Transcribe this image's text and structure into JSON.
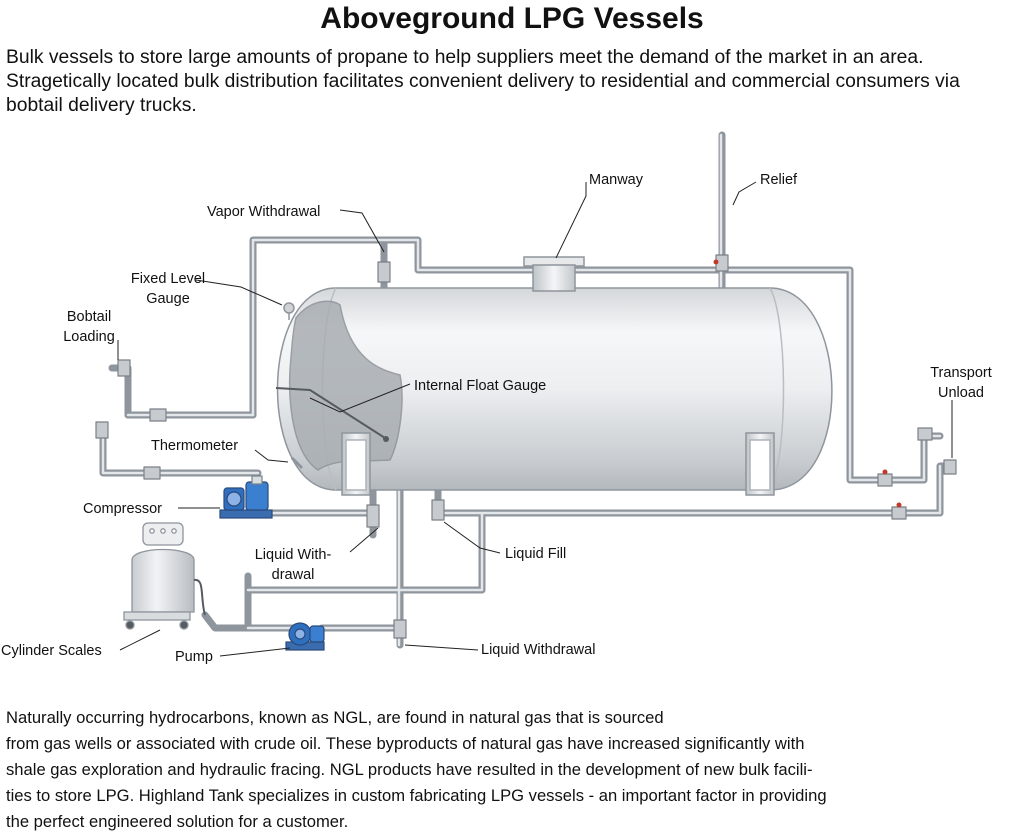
{
  "title": "Aboveground LPG Vessels",
  "intro": "Bulk vessels to store large amounts of propane to help suppliers meet the demand of the market in an area. Stragetically located bulk distribution facilitates convenient delivery to residential and commercial consumers via bobtail delivery trucks.",
  "labels": {
    "manway": "Manway",
    "relief": "Relief",
    "vapor_withdrawal": "Vapor Withdrawal",
    "fixed_level_gauge_1": "Fixed Level",
    "fixed_level_gauge_2": "Gauge",
    "bobtail_loading_1": "Bobtail",
    "bobtail_loading_2": "Loading",
    "internal_float_gauge": "Internal Float Gauge",
    "transport_unload_1": "Transport",
    "transport_unload_2": "Unload",
    "thermometer": "Thermometer",
    "compressor": "Compressor",
    "liquid_withdrawal_1": "Liquid With-",
    "liquid_withdrawal_2": "drawal",
    "liquid_fill": "Liquid Fill",
    "cylinder_scales": "Cylinder Scales",
    "pump": "Pump",
    "liquid_withdrawal_bottom": "Liquid Withdrawal"
  },
  "outro_lines": [
    "Naturally occurring hydrocarbons, known as NGL, are found in natural gas that is sourced",
    "from gas wells or associated with crude oil. These byproducts of natural gas have increased significantly with",
    "shale gas exploration and hydraulic fracing. NGL products have resulted in the development of new bulk facili-",
    "ties to store LPG. Highland Tank specializes in custom fabricating LPG vessels - an important factor in providing",
    "the perfect engineered solution for a customer."
  ]
}
